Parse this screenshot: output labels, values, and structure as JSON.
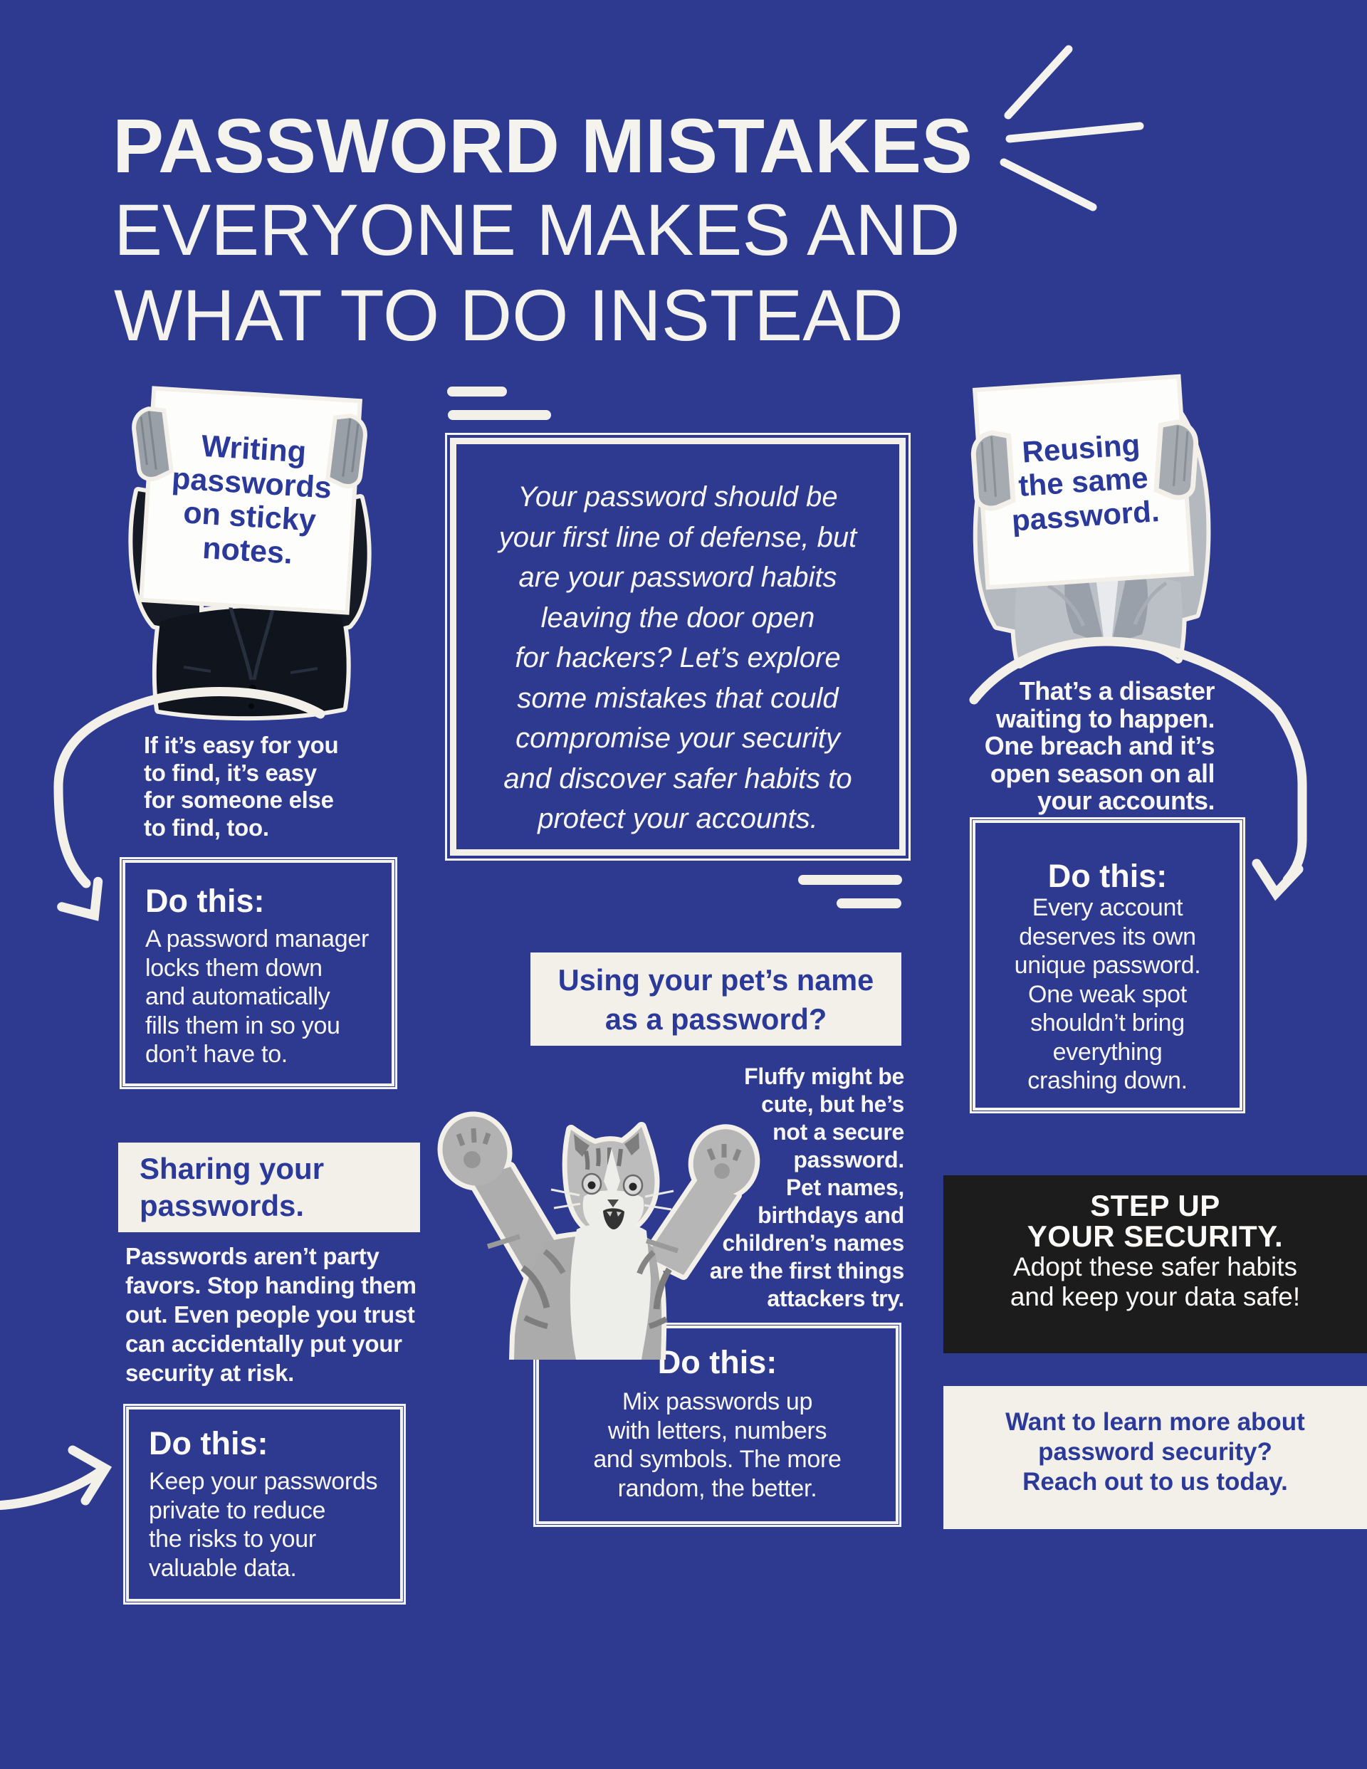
{
  "poster": {
    "bg_color": "#2d3a90",
    "cream_color": "#f2f0e9",
    "blue_text_color": "#2b3a99",
    "black_box_color": "#1d1c1c"
  },
  "header": {
    "title": "PASSWORD MISTAKES",
    "subtitle": "EVERYONE MAKES AND\nWHAT TO DO INSTEAD"
  },
  "intro": {
    "text": "Your password should be\nyour first line of defense, but\nare your password habits\nleaving the door open\nfor hackers? Let’s explore\nsome mistakes that could\ncompromise your security\nand discover safer habits to\nprotect your accounts."
  },
  "mistake_sticky_notes": {
    "sign_text": "Writing\npasswords\non sticky\nnotes.",
    "note": "If it’s easy for you\nto find, it’s easy\nfor someone else\nto find, too.",
    "do_label": "Do this:",
    "do_text": "A password manager\nlocks them down\nand automatically\nfills them in so you\ndon’t have to."
  },
  "mistake_sharing": {
    "label": "Sharing your\npasswords.",
    "note": "Passwords aren’t party\nfavors. Stop handing them\nout. Even people you trust\ncan accidentally put your\nsecurity at risk.",
    "do_label": "Do this:",
    "do_text": "Keep your passwords\nprivate to reduce\nthe risks to your\nvaluable data."
  },
  "mistake_pet_name": {
    "label": "Using your pet’s name\nas a password?",
    "note": "Fluffy might be\ncute, but he’s\nnot a secure\npassword.\nPet names,\nbirthdays and\nchildren’s names\nare the first things\nattackers try.",
    "do_label": "Do this:",
    "do_text": "Mix passwords up\nwith letters, numbers\nand symbols. The more\nrandom, the better."
  },
  "mistake_reuse": {
    "sign_text": "Reusing\nthe same\npassword.",
    "note": "That’s a disaster\nwaiting to happen.\nOne breach and it’s\nopen season on all\nyour accounts.",
    "do_label": "Do this:",
    "do_text": "Every account\ndeserves its own\nunique password.\nOne weak spot\nshouldn’t bring\neverything\ncrashing down."
  },
  "cta": {
    "heading": "STEP UP\nYOUR SECURITY.",
    "subheading": "Adopt these safer habits\nand keep your data safe!",
    "contact": "Want to learn more about\npassword security?\nReach out to us today."
  }
}
